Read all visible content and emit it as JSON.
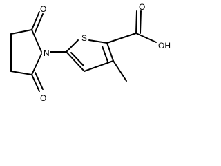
{
  "molecule": {
    "atoms": {
      "ring_oxygen_top": "O",
      "ring_oxygen_bottom": "O",
      "imide_nitrogen": "N",
      "thiophene_sulfur": "S",
      "carboxyl_oxygen_double": "O",
      "carboxyl_hydroxyl": "OH"
    },
    "colors": {
      "bond": "#000000",
      "label": "#000000",
      "background": "#ffffff"
    }
  }
}
